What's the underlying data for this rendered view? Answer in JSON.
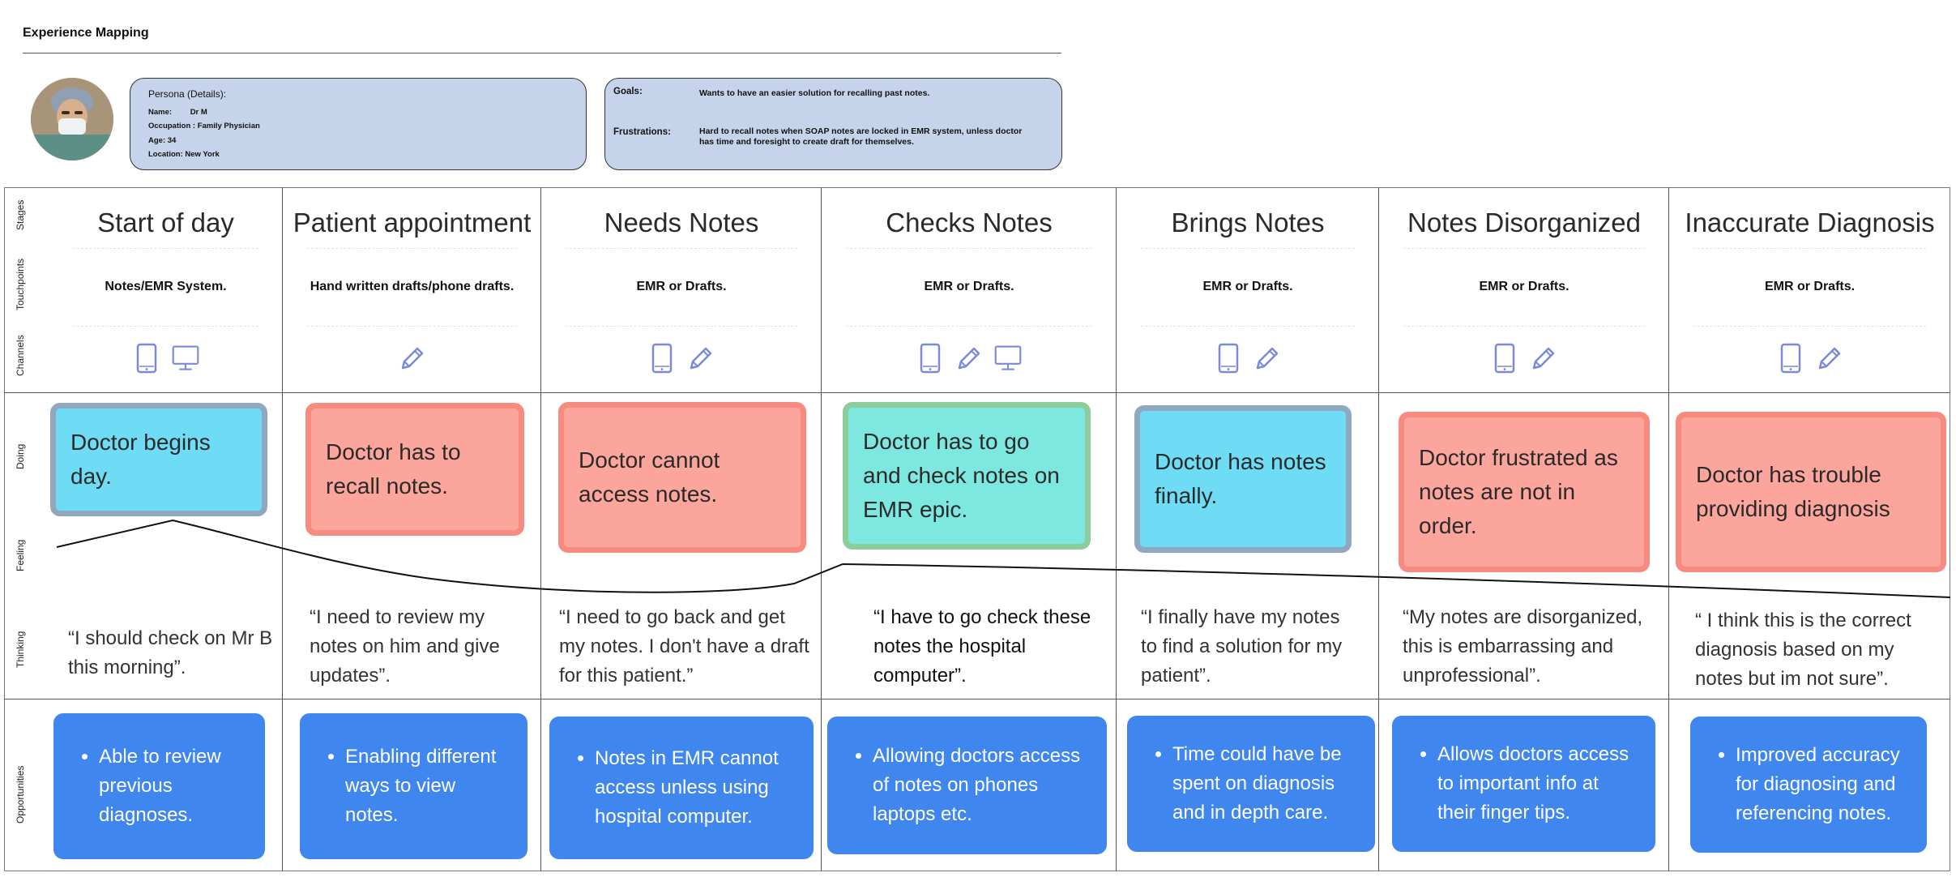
{
  "title": "Experience Mapping",
  "persona": {
    "header": "Persona (Details):",
    "name_label": "Name:",
    "name_value": "Dr M",
    "occupation": "Occupation : Family Physician",
    "age": "Age: 34",
    "location": "Location: New York"
  },
  "goals": {
    "goals_label": "Goals:",
    "goals_value": "Wants to have an easier solution for recalling past notes.",
    "frustrations_label": "Frustrations:",
    "frustrations_value": "Hard to recall notes when SOAP notes are locked in EMR system, unless doctor has time and foresight to create draft for themselves."
  },
  "row_labels": {
    "stages": "Stages",
    "touchpoints": "Touchpoints",
    "channels": "Channels",
    "doing": "Doing",
    "feeling": "Feeling",
    "thinking": "Thinking",
    "opportunities": "Opportunities"
  },
  "columns": [
    {
      "stage": "Start of day",
      "touchpoint": "Notes/EMR System.",
      "channels": [
        "tablet-icon",
        "monitor-icon"
      ],
      "doing": "Doctor begins day.",
      "doing_color": "blue",
      "thinking": "“I should check on Mr B this morning”.",
      "opportunity": "Able to review previous diagnoses."
    },
    {
      "stage": "Patient appointment",
      "touchpoint": "Hand written drafts/phone drafts.",
      "channels": [
        "pencil-icon"
      ],
      "doing": "Doctor has to recall notes.",
      "doing_color": "red",
      "thinking": "“I need to review my notes on him and give updates”.",
      "opportunity": "Enabling different ways to view notes."
    },
    {
      "stage": "Needs Notes",
      "touchpoint": "EMR or Drafts.",
      "channels": [
        "tablet-icon",
        "pencil-icon"
      ],
      "doing": "Doctor cannot access notes.",
      "doing_color": "red",
      "thinking": "“I need to go back and get my notes. I don't have a draft for this patient.”",
      "opportunity": "Notes in EMR cannot access unless using hospital computer."
    },
    {
      "stage": "Checks Notes",
      "touchpoint": "EMR or Drafts.",
      "channels": [
        "tablet-icon",
        "pencil-icon",
        "monitor-icon"
      ],
      "doing": "Doctor has to go and check notes on EMR epic.",
      "doing_color": "teal",
      "thinking": "“I have to go check these notes the hospital computer”.",
      "opportunity": "Allowing doctors access of notes on phones laptops etc."
    },
    {
      "stage": "Brings Notes",
      "touchpoint": "EMR or Drafts.",
      "channels": [
        "tablet-icon",
        "pencil-icon"
      ],
      "doing": "Doctor has notes finally.",
      "doing_color": "blue",
      "thinking": "“I finally have my notes to find a solution for my patient”.",
      "opportunity": "Time could have be spent on diagnosis and in depth care."
    },
    {
      "stage": "Notes Disorganized",
      "touchpoint": "EMR or Drafts.",
      "channels": [
        "tablet-icon",
        "pencil-icon"
      ],
      "doing": "Doctor frustrated as notes are not in order.",
      "doing_color": "red",
      "thinking": "“My notes are disorganized, this is embarrassing and unprofessional”.",
      "opportunity": "Allows doctors access to important info at their finger tips."
    },
    {
      "stage": "Inaccurate Diagnosis",
      "touchpoint": "EMR or Drafts.",
      "channels": [
        "tablet-icon",
        "pencil-icon"
      ],
      "doing": "Doctor has trouble providing diagnosis",
      "doing_color": "red",
      "thinking": "“ I think this is the correct diagnosis based on my notes but im not sure”.",
      "opportunity": "Improved accuracy for diagnosing and referencing notes."
    }
  ]
}
